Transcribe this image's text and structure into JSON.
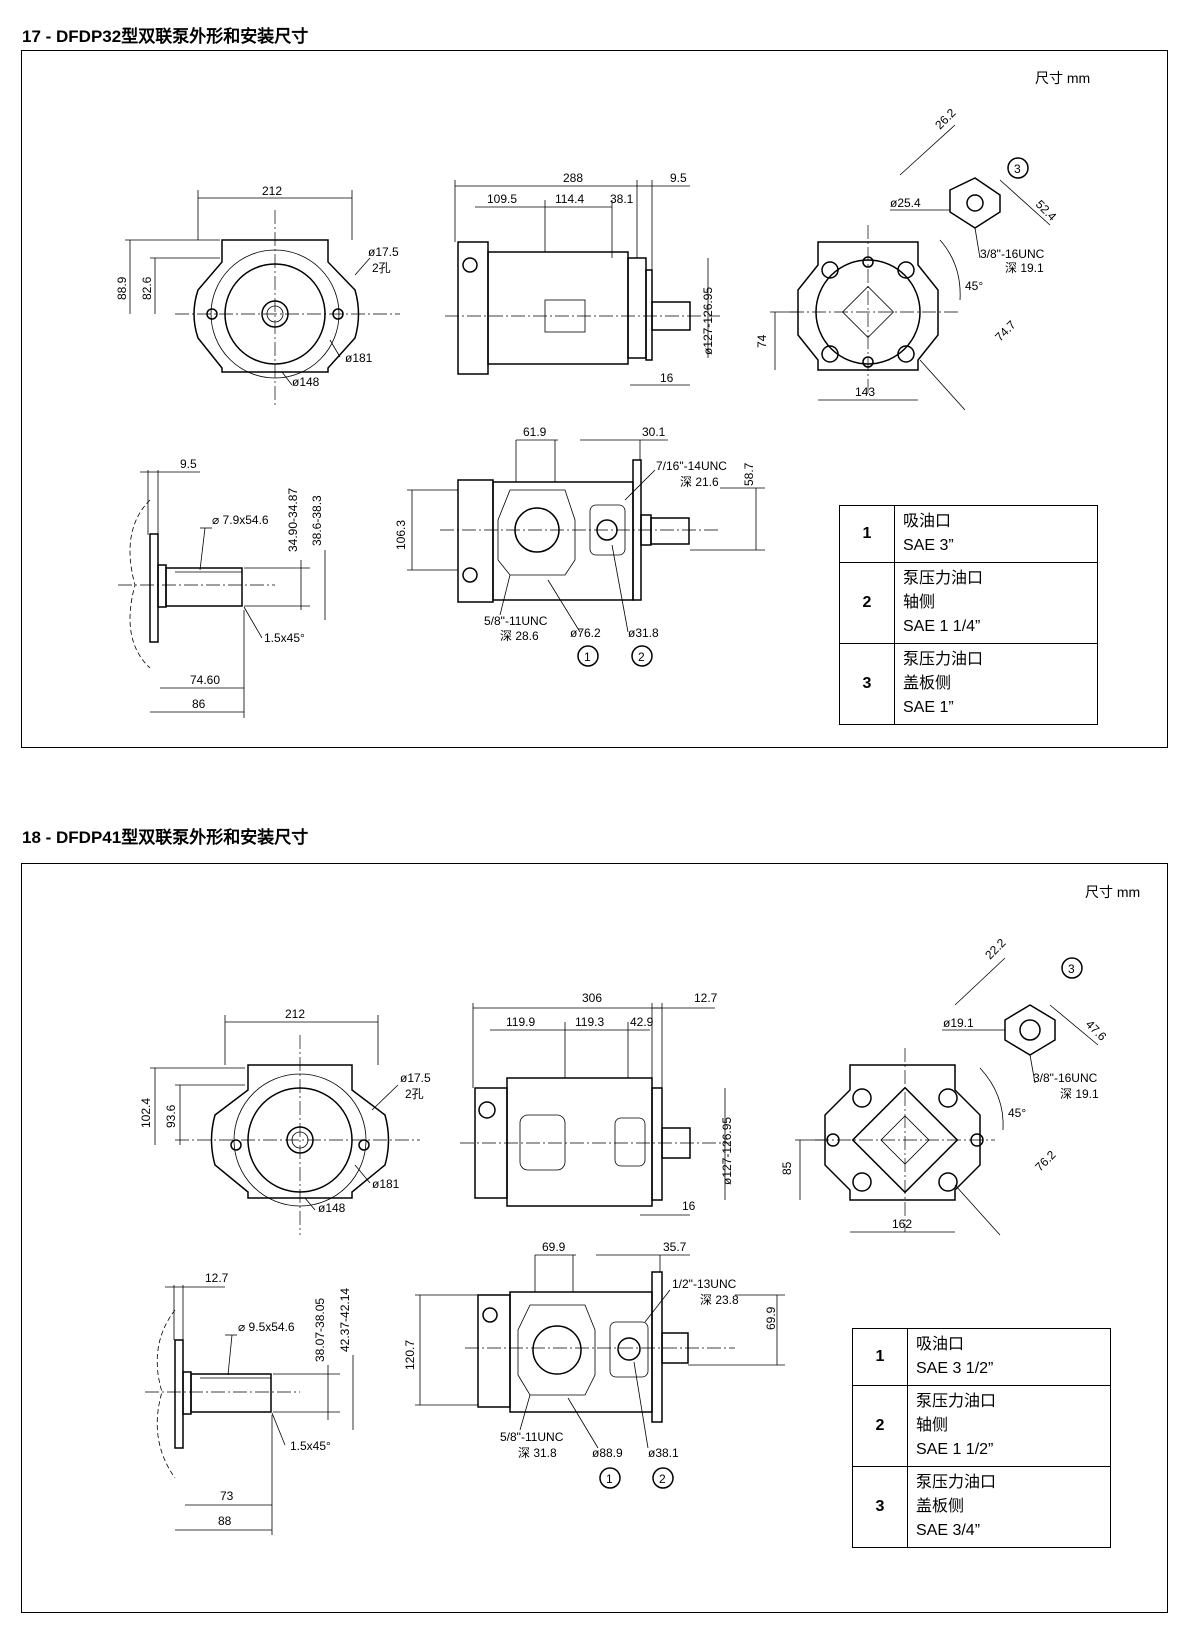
{
  "sections": [
    {
      "title": "17 - DFDP32型双联泵外形和安装尺寸",
      "unit": "尺寸 mm",
      "dims": {
        "front_width": "212",
        "front_h1": "88.9",
        "front_h2": "82.6",
        "front_hole": "ø17.5",
        "front_hole_count": "2孔",
        "front_d1": "ø181",
        "front_d2": "ø148",
        "side_total": "288",
        "side_flange": "9.5",
        "side_a": "109.5",
        "side_b": "114.4",
        "side_c": "38.1",
        "side_pilot": "ø127-126.95",
        "side_shaft": "16",
        "end_port_d": "ø25.4",
        "end_port_a": "26.2",
        "end_port_b": "52.4",
        "end_thread": "3/8\"-16UNC",
        "end_depth": "深 19.1",
        "end_angle": "45°",
        "end_h": "74",
        "end_w": "143",
        "end_diag": "74.7",
        "shaft_flange": "9.5",
        "shaft_key": "⌀ 7.9x54.6",
        "shaft_d1": "34.90-34.87",
        "shaft_d2": "38.6-38.3",
        "shaft_chamfer": "1.5x45°",
        "shaft_l1": "74.60",
        "shaft_l2": "86",
        "top_a": "61.9",
        "top_b": "30.1",
        "top_thread2": "7/16\"-14UNC",
        "top_depth2": "深 21.6",
        "top_h2": "58.7",
        "top_h1": "106.3",
        "top_thread1": "5/8\"-11UNC",
        "top_depth1": "深 28.6",
        "top_d1": "ø76.2",
        "top_d2": "ø31.8"
      },
      "callouts": [
        "1",
        "2",
        "3"
      ],
      "ports": [
        {
          "num": "1",
          "lines": [
            "吸油口",
            "SAE 3”"
          ]
        },
        {
          "num": "2",
          "lines": [
            "泵压力油口",
            "轴侧",
            "SAE 1 1/4”"
          ]
        },
        {
          "num": "3",
          "lines": [
            "泵压力油口",
            "盖板侧",
            "SAE 1”"
          ]
        }
      ]
    },
    {
      "title": "18 - DFDP41型双联泵外形和安装尺寸",
      "unit": "尺寸  mm",
      "dims": {
        "front_width": "212",
        "front_h1": "102.4",
        "front_h2": "93.6",
        "front_hole": "ø17.5",
        "front_hole_count": "2孔",
        "front_d1": "ø181",
        "front_d2": "ø148",
        "side_total": "306",
        "side_flange": "12.7",
        "side_a": "119.9",
        "side_b": "119.3",
        "side_c": "42.9",
        "side_pilot": "ø127-126.95",
        "side_shaft": "16",
        "end_port_d": "ø19.1",
        "end_port_a": "22.2",
        "end_port_b": "47.6",
        "end_thread": "3/8\"-16UNC",
        "end_depth": "深 19.1",
        "end_angle": "45°",
        "end_h": "85",
        "end_w": "162",
        "end_diag": "76.2",
        "shaft_flange": "12.7",
        "shaft_key": "⌀ 9.5x54.6",
        "shaft_d1": "38.07-38.05",
        "shaft_d2": "42.37-42.14",
        "shaft_chamfer": "1.5x45°",
        "shaft_l1": "73",
        "shaft_l2": "88",
        "top_a": "69.9",
        "top_b": "35.7",
        "top_thread2": "1/2\"-13UNC",
        "top_depth2": "深 23.8",
        "top_h2": "69.9",
        "top_h1": "120.7",
        "top_thread1": "5/8\"-11UNC",
        "top_depth1": "深 31.8",
        "top_d1": "ø88.9",
        "top_d2": "ø38.1"
      },
      "callouts": [
        "1",
        "2",
        "3"
      ],
      "ports": [
        {
          "num": "1",
          "lines": [
            "吸油口",
            "SAE 3 1/2”"
          ]
        },
        {
          "num": "2",
          "lines": [
            "泵压力油口",
            "轴侧",
            "SAE 1 1/2”"
          ]
        },
        {
          "num": "3",
          "lines": [
            "泵压力油口",
            "盖板侧",
            "SAE 3/4”"
          ]
        }
      ]
    }
  ]
}
